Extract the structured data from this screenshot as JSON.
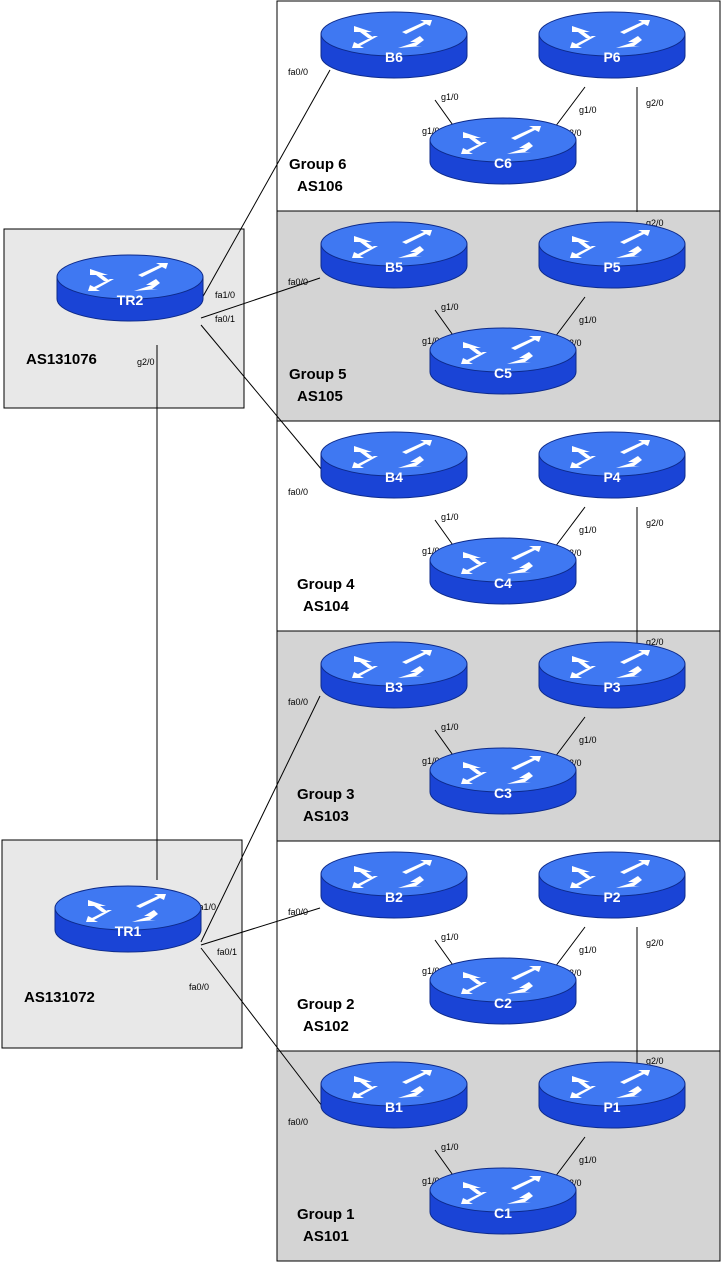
{
  "colors": {
    "router_body": "#1a44d6",
    "router_top": "#3f78f2",
    "router_edge": "#0d2a8a",
    "group_gray": "#d4d4d4",
    "transit_gray": "#e8e8e8",
    "white": "#ffffff"
  },
  "icons": {
    "router": "router-icon"
  },
  "transit": [
    {
      "router": "TR2",
      "as": "AS131076"
    },
    {
      "router": "TR1",
      "as": "AS131072"
    }
  ],
  "groups": [
    {
      "name": "Group 6",
      "as": "AS106",
      "routers": [
        "B6",
        "P6",
        "C6"
      ]
    },
    {
      "name": "Group 5",
      "as": "AS105",
      "routers": [
        "B5",
        "P5",
        "C5"
      ]
    },
    {
      "name": "Group 4",
      "as": "AS104",
      "routers": [
        "B4",
        "P4",
        "C4"
      ]
    },
    {
      "name": "Group 3",
      "as": "AS103",
      "routers": [
        "B3",
        "P3",
        "C3"
      ]
    },
    {
      "name": "Group 2",
      "as": "AS102",
      "routers": [
        "B2",
        "P2",
        "C2"
      ]
    },
    {
      "name": "Group 1",
      "as": "AS101",
      "routers": [
        "B1",
        "P1",
        "C1"
      ]
    }
  ],
  "interfaces": {
    "fa0_0": "fa0/0",
    "fa0_1": "fa0/1",
    "fa1_0": "fa1/0",
    "g1_0": "g1/0",
    "g2_0": "g2/0"
  }
}
